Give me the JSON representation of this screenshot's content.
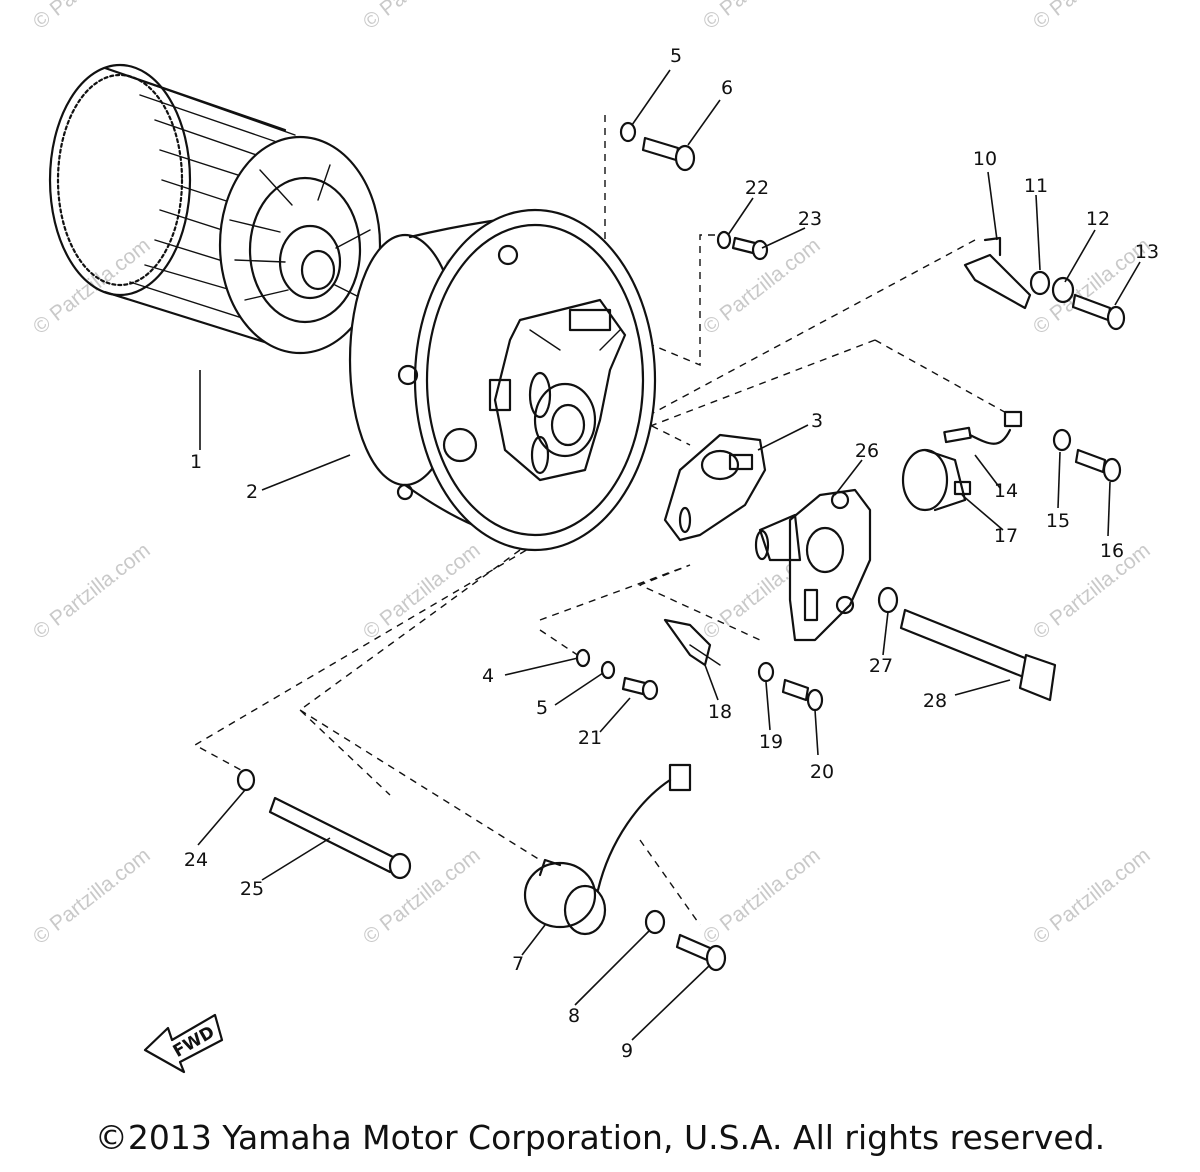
{
  "callouts": [
    "1",
    "2",
    "3",
    "4",
    "5",
    "5",
    "6",
    "7",
    "8",
    "9",
    "10",
    "11",
    "12",
    "13",
    "14",
    "15",
    "16",
    "17",
    "18",
    "19",
    "20",
    "21",
    "22",
    "23",
    "24",
    "25",
    "26",
    "27",
    "28"
  ],
  "direction_label": "FWD",
  "watermark": "© Partzilla.com",
  "copyright": "©2013 Yamaha Motor Corporation, U.S.A. All rights reserved."
}
